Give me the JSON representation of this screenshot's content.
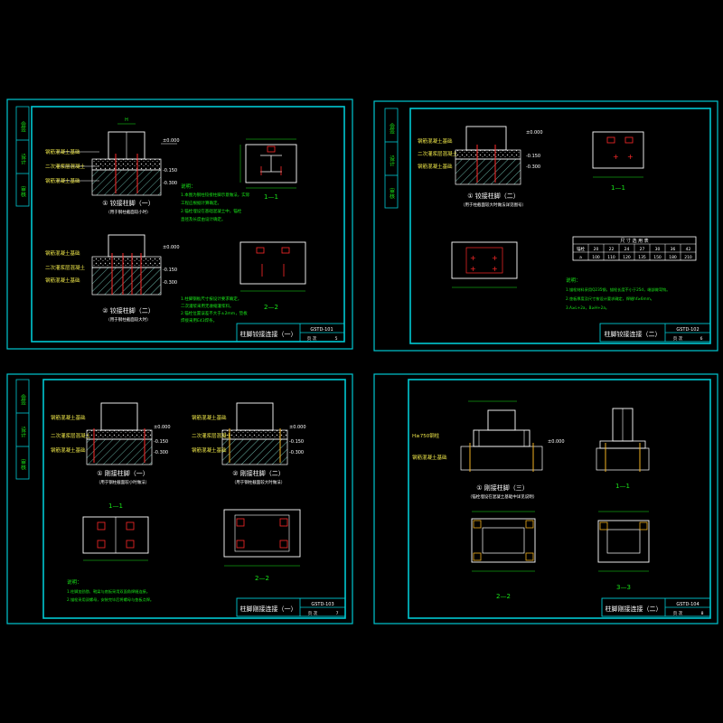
{
  "colors": {
    "background": "#000000",
    "border": "#00c8d2",
    "line": "#ffffff",
    "dim": "#19e619",
    "anchor": "#ff2a2a",
    "text_yellow": "#f0e84a",
    "hatch": "#7fd7c8"
  },
  "sheet1": {
    "side_labels": [
      "会签",
      "设计",
      "审核"
    ],
    "sec1_notes": [
      "钢筋混凝土基础",
      "二次灌浆层混凝土",
      "钢筋混凝土基础"
    ],
    "elev_top": "±0.000",
    "elev_mid": "-0.150",
    "elev_bot": "-0.300",
    "detail1_caption": "① 铰接柱脚（一）",
    "detail1_sub": "（用于钢柱截面较小时）",
    "detail2_caption": "② 铰接柱脚（二）",
    "detail2_sub": "（用于钢柱截面较大时）",
    "cut1": "1—1",
    "cut2": "2—2",
    "notes_title": "说明：",
    "notes": [
      "1.本图为钢柱铰接柱脚示意做法，实际",
      "工程应根据计算确定。",
      "2.锚栓埋设在基础混凝土中，锚栓",
      "直径及长度由设计确定。"
    ],
    "notes2": [
      "1.柱脚钢板尺寸按设计要求确定，",
      "二次灌浆采用无收缩灌浆料。",
      "2.锚栓位置误差不大于±2mm，垫板",
      "焊接采用E43焊条。"
    ],
    "title": "柱脚铰接连接（一）",
    "drawing_no": "GSTD-101",
    "page_label": "页 次",
    "page_no": "5"
  },
  "sheet2": {
    "side_labels": [
      "会签",
      "设计",
      "审核"
    ],
    "notes": [
      "钢筋混凝土基础",
      "二次灌浆层混凝土",
      "钢筋混凝土基础"
    ],
    "caption": "① 铰接柱脚（二）",
    "sub": "（用于柱截面较大时做法详见图号）",
    "cut1": "1—1",
    "table_title": "尺 寸 选 用 表",
    "table_rows": [
      [
        "锚栓",
        "20",
        "22",
        "24",
        "27",
        "30",
        "36",
        "42"
      ],
      [
        "a",
        "100",
        "110",
        "120",
        "135",
        "150",
        "180",
        "210"
      ]
    ],
    "notes_title": "说明：",
    "note_lines": [
      "1.锚栓材料采用Q235钢，锚栓长度不小于25d，端部做弯钩。",
      "2.垫板厚度及尺寸按设计要求确定，焊缝hf≥6mm。",
      "3.A≥L+2a，B≥H+2a。"
    ],
    "title": "柱脚铰接连接（二）",
    "drawing_no": "GSTD-102",
    "page_label": "页 次",
    "page_no": "6"
  },
  "sheet3": {
    "side_labels": [
      "会签",
      "设计",
      "审核"
    ],
    "notes": [
      "钢筋混凝土基础",
      "二次灌浆层混凝土",
      "钢筋混凝土基础"
    ],
    "caption1": "① 刚接柱脚（一）",
    "caption2": "② 刚接柱脚（二）",
    "sub1": "（用于钢柱截面较小时做法）",
    "sub2": "（用于钢柱截面较大时做法）",
    "cut1": "1—1",
    "cut2": "2—2",
    "notes_title": "说明：",
    "note_lines": [
      "1.柱脚加劲肋、靴梁与底板采用双面角焊缝连接。",
      "2.锚栓采用双螺母，安装完毕后将螺母与垫板点焊。"
    ],
    "title": "柱脚刚接连接（一）",
    "drawing_no": "GSTD-103",
    "page_label": "页 次",
    "page_no": "7"
  },
  "sheet4": {
    "note_left": "H≥750钢柱",
    "note_left2": "钢筋混凝土基础",
    "elev": "±0.000",
    "caption": "① 刚接柱脚（三）",
    "sub": "（锚栓埋设在混凝土基础中详见说明）",
    "cut1": "1—1",
    "cut2": "2—2",
    "cut3": "3—3",
    "title": "柱脚刚接连接（二）",
    "drawing_no": "GSTD-104",
    "page_label": "页 次",
    "page_no": "8"
  }
}
